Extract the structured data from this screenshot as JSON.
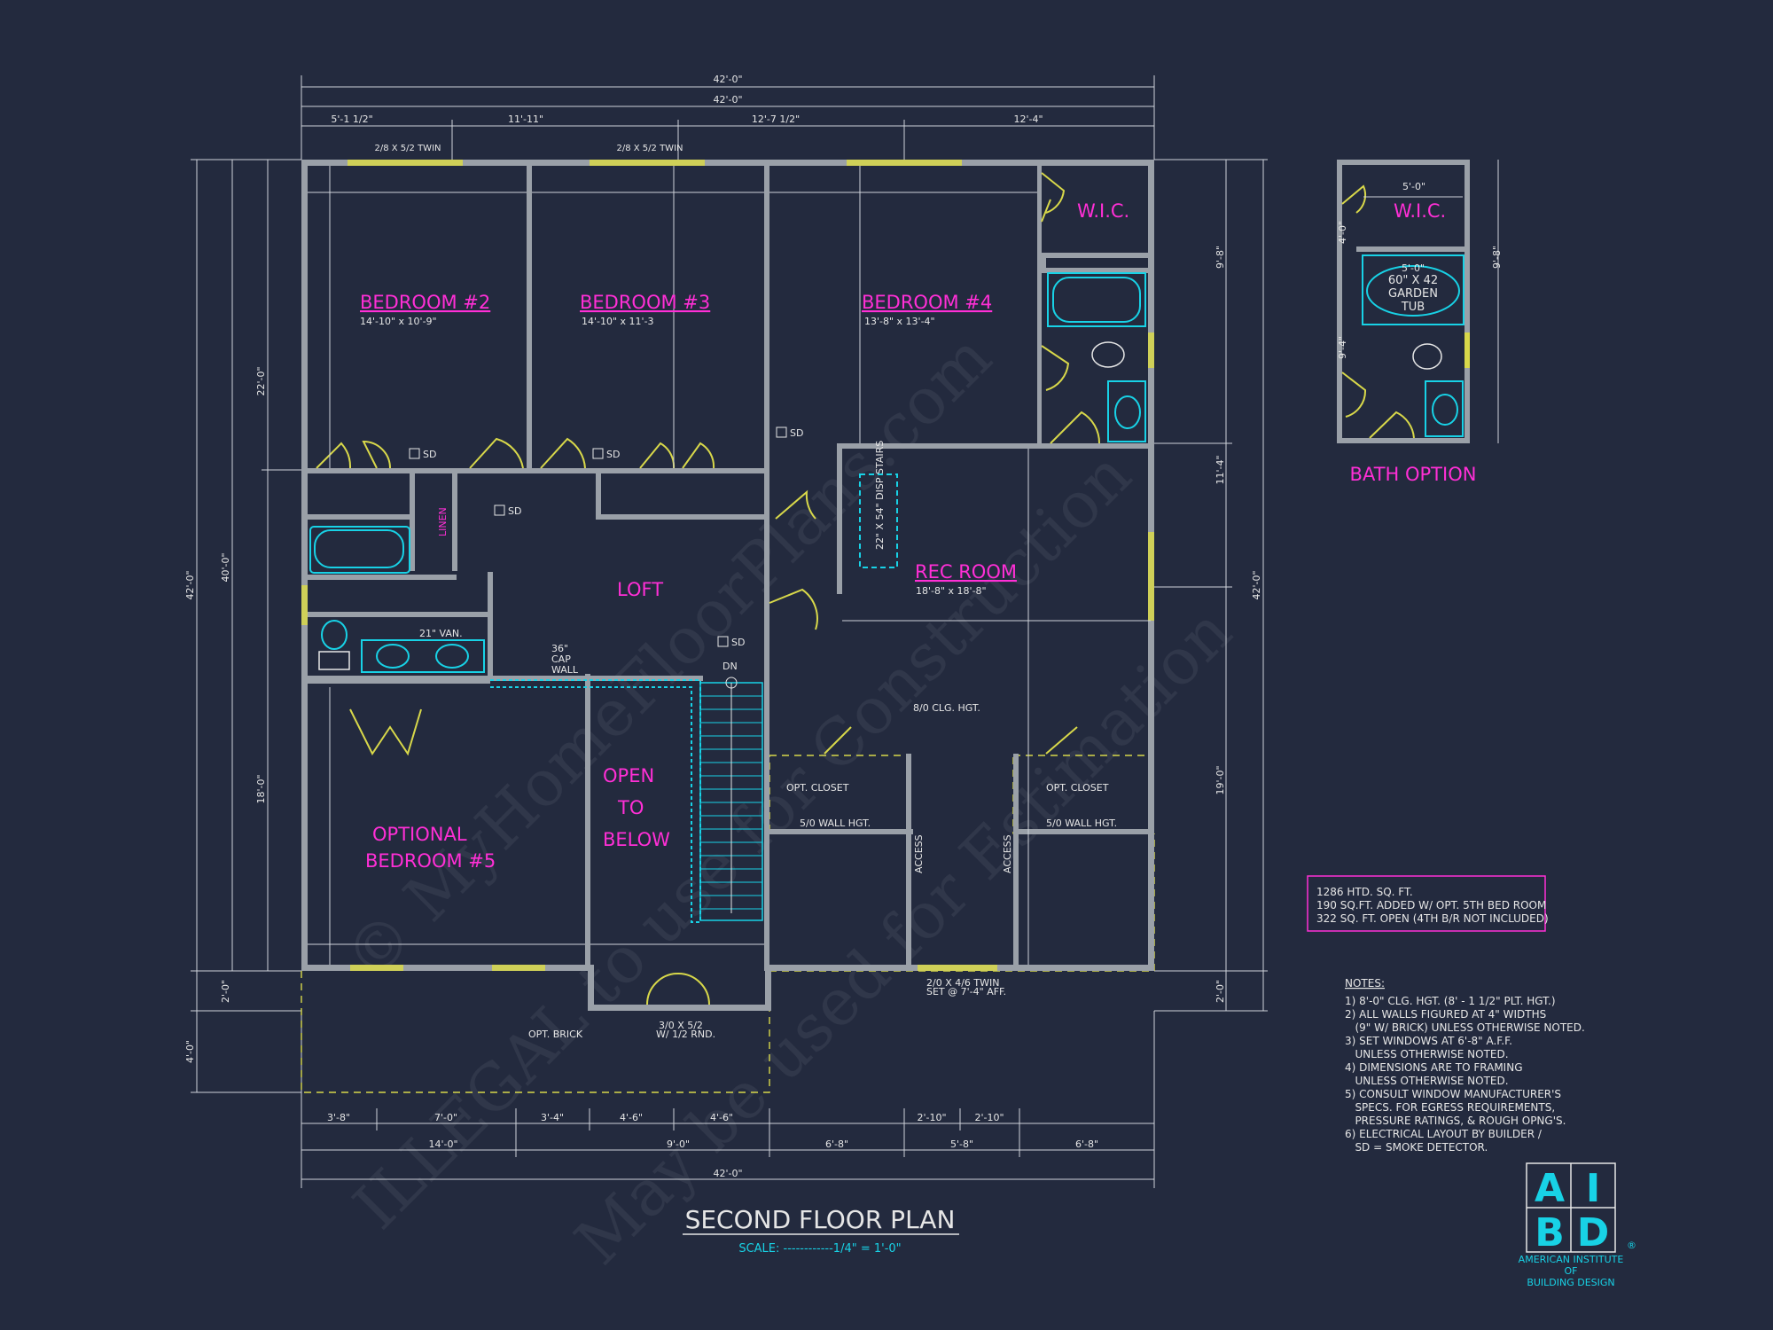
{
  "plan": {
    "title": "SECOND FLOOR PLAN",
    "scale": "SCALE: ------------1/4\" = 1'-0\""
  },
  "rooms": {
    "bedroom2": {
      "name": "BEDROOM #2",
      "size": "14'-10\" x 10'-9\""
    },
    "bedroom3": {
      "name": "BEDROOM #3",
      "size": "14'-10\" x 11'-3"
    },
    "bedroom4": {
      "name": "BEDROOM #4",
      "size": "13'-8\" x 13'-4\""
    },
    "rec_room": {
      "name": "REC ROOM",
      "size": "18'-8\" x 18'-8\""
    },
    "loft": "LOFT",
    "optional_bedroom5_line1": "OPTIONAL",
    "optional_bedroom5_line2": "BEDROOM #5",
    "open_to_below": [
      "OPEN",
      "TO",
      "BELOW"
    ],
    "wic": "W.I.C.",
    "linen": "LINEN",
    "opt_closet": "OPT. CLOSET",
    "wall_hgt": "5/0 WALL HGT.",
    "access": "ACCESS",
    "van": "21\" VAN.",
    "disp_stairs": "22\" X 54\" DISP STAIRS",
    "cap_wall": [
      "36\"",
      "CAP",
      "WALL"
    ],
    "clg_hgt": "8/0 CLG. HGT.",
    "dn": "DN",
    "sd": "SD",
    "opt_brick": "OPT. BRICK",
    "front_door": [
      "3/0 X 5/2",
      "W/ 1/2 RND."
    ],
    "twin_window_bottom": [
      "2/0 X 4/6 TWIN",
      "SET @ 7'-4\" AFF."
    ]
  },
  "dimensions": {
    "overall": "42'-0\"",
    "top_segments": [
      "5'-1 1/2\"",
      "11'-11\"",
      "12'-7 1/2\"",
      "12'-4\""
    ],
    "top_windows": [
      "2/8 X 5/2 TWIN",
      "2/8 X 5/2 TWIN"
    ],
    "left_overall": "42'-0\"",
    "left_40": "40'-0\"",
    "left_22": "22'-0\"",
    "left_18": "18'-0\"",
    "left_2": "2'-0\"",
    "left_4": "4'-0\"",
    "right_segments": [
      "9'-8\"",
      "11'-4\"",
      "42'-0\"",
      "19'-0\"",
      "2'-0\""
    ],
    "bottom_row1": [
      "3'-8\"",
      "7'-0\"",
      "3'-4\"",
      "4'-6\"",
      "4'-6\"",
      "2'-10\"",
      "2'-10\""
    ],
    "bottom_row2": [
      "14'-0\"",
      "9'-0\"",
      "6'-8\"",
      "5'-8\"",
      "6'-8\""
    ],
    "bottom_overall": "42'-0\""
  },
  "bath_option": {
    "title": "BATH OPTION",
    "wic": "W.I.C.",
    "tub": [
      "5'-0\"",
      "60\" X 42",
      "GARDEN",
      "TUB"
    ],
    "dims": [
      "5'-0\"",
      "4'-0\"",
      "9'-8\"",
      "9'-4\""
    ]
  },
  "sqft_box": [
    "1286 HTD. SQ. FT.",
    "190 SQ.FT. ADDED W/ OPT. 5TH BED ROOM",
    "322 SQ. FT. OPEN (4TH B/R NOT INCLUDED)"
  ],
  "notes": {
    "heading": "NOTES:",
    "lines": [
      "1) 8'-0\"  CLG. HGT. (8' - 1 1/2\" PLT. HGT.)",
      "2) ALL  WALLS FIGURED AT 4\" WIDTHS",
      "   (9\" W/ BRICK) UNLESS OTHERWISE NOTED.",
      "3) SET WINDOWS AT 6'-8\" A.F.F.",
      "   UNLESS OTHERWISE NOTED.",
      "4) DIMENSIONS ARE TO FRAMING",
      "   UNLESS OTHERWISE NOTED.",
      "5) CONSULT WINDOW MANUFACTURER'S",
      "   SPECS. FOR EGRESS REQUIREMENTS,",
      "   PRESSURE RATINGS, & ROUGH OPNG'S.",
      "6) ELECTRICAL LAYOUT BY BUILDER /",
      "   SD = SMOKE DETECTOR."
    ]
  },
  "logo": {
    "letters": [
      "A",
      "I",
      "B",
      "D"
    ],
    "registered": "®",
    "caption": [
      "AMERICAN INSTITUTE",
      "OF",
      "BUILDING DESIGN"
    ]
  },
  "watermark": [
    "© MyHomeFloorPlans.com",
    "ILLEGAL to use for Construction",
    "May be used for Estimation"
  ],
  "colors": {
    "background": "#232a3e",
    "room_label": "#ff2fd6",
    "accent": "#18d2e6",
    "door": "#d8d84a",
    "wall": "#9aa0a8"
  }
}
